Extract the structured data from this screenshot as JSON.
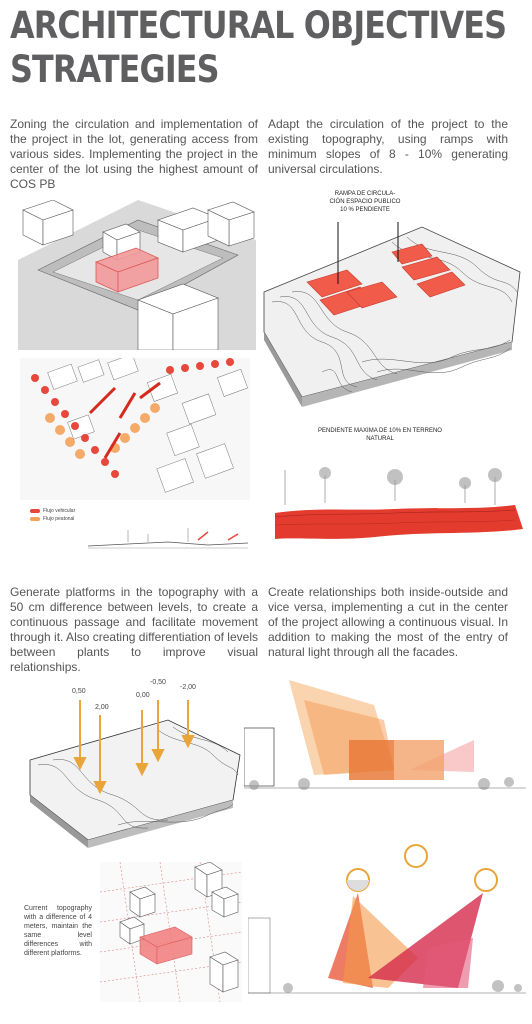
{
  "title": {
    "line1": "ARCHITECTURAL OBJECTIVES",
    "line2": "STRATEGIES"
  },
  "sections": {
    "zoning": "Zoning the circulation and implementation of the project in the lot, generating access from various sides. Implementing the project in the center of the lot using the highest amount of COS PB",
    "adapt": "Adapt the circulation of the project to the existing topography, using ramps with minimum slopes of 8 - 10% generating universal circulations.",
    "platforms": "Generate platforms in the topography with a 50 cm difference between levels, to create a continuous passage and facilitate movement through it. Also creating differentiation of levels between plants to improve visual relationships.",
    "relationships": "Create relationships both inside-outside and vice versa, implementing a cut in the center of the project allowing a continuous visual. In addition to making the most of the entry of natural light through all the facades."
  },
  "annotations": {
    "ramp_l1": "RAMPA DE CIRCULA-",
    "ramp_l2": "CIÓN ESPACIO PUBLICO",
    "ramp_l3": "10 % PENDIENTE",
    "slope_l1": "PENDIENTE MAXIMA DE 10% EN TERRENO",
    "slope_l2": "NATURAL",
    "legend_vehicular": "Flujo vehicular",
    "legend_peatonal": "Flujo peatonal",
    "level_1": "0,50",
    "level_2": "2,00",
    "level_3": "0,00",
    "level_4": "-0,50",
    "level_5": "-2,00",
    "topo_note": "Current topography with a difference of 4 meters, maintain the same level differences with different platforms."
  },
  "colors": {
    "title": "#5f5f61",
    "accent_red": "#e8473b",
    "accent_orange": "#f4a259",
    "arrow_gold": "#e9a53a"
  }
}
